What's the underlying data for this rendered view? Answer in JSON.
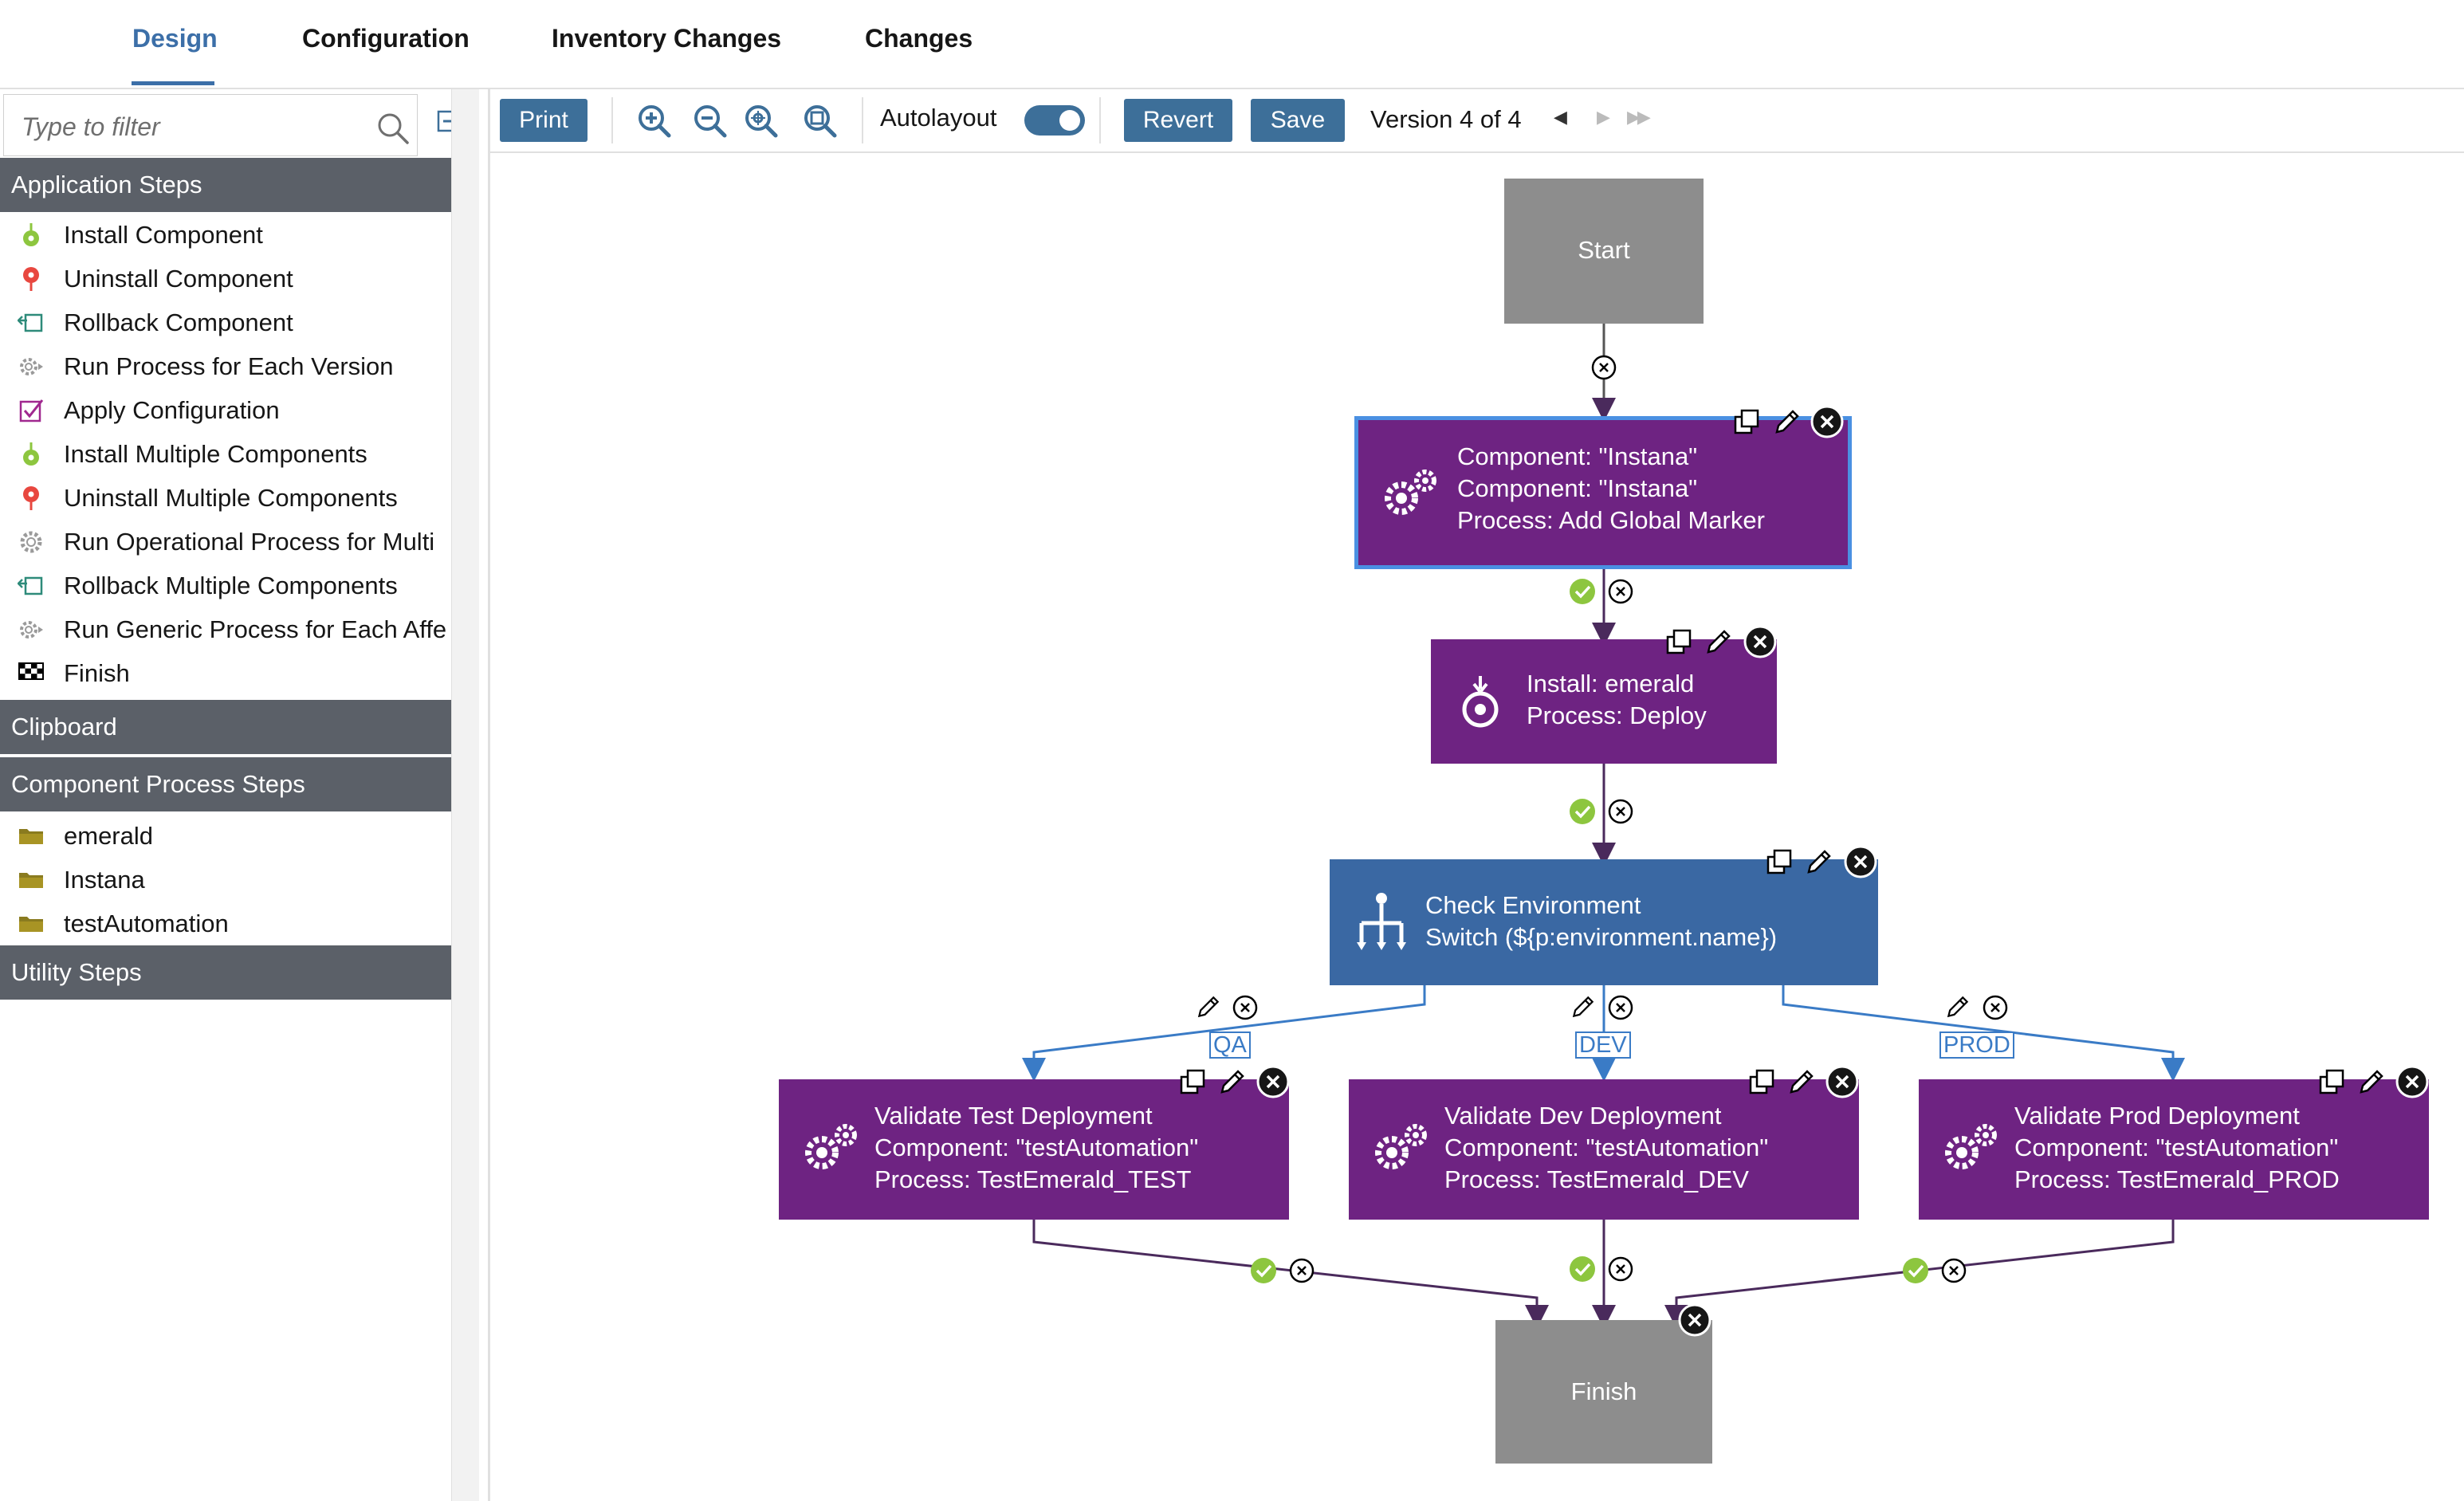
{
  "tabs": [
    {
      "label": "Design",
      "active": true
    },
    {
      "label": "Configuration",
      "active": false
    },
    {
      "label": "Inventory Changes",
      "active": false
    },
    {
      "label": "Changes",
      "active": false
    }
  ],
  "sidebar": {
    "filter_placeholder": "Type to filter",
    "sections": {
      "application_steps": {
        "title": "Application Steps",
        "items": [
          {
            "label": "Install Component",
            "icon": "install-icon"
          },
          {
            "label": "Uninstall Component",
            "icon": "uninstall-icon"
          },
          {
            "label": "Rollback Component",
            "icon": "rollback-icon"
          },
          {
            "label": "Run Process for Each Version",
            "icon": "gear-icon"
          },
          {
            "label": "Apply Configuration",
            "icon": "checkbox-icon"
          },
          {
            "label": "Install Multiple Components",
            "icon": "install-icon"
          },
          {
            "label": "Uninstall Multiple Components",
            "icon": "uninstall-icon"
          },
          {
            "label": "Run Operational Process for Multi",
            "icon": "gear-icon"
          },
          {
            "label": "Rollback Multiple Components",
            "icon": "rollback-icon"
          },
          {
            "label": "Run Generic Process for Each Affe",
            "icon": "gear-icon"
          },
          {
            "label": "Finish",
            "icon": "checkered-flag-icon"
          }
        ]
      },
      "clipboard": {
        "title": "Clipboard"
      },
      "component_process_steps": {
        "title": "Component Process Steps",
        "items": [
          {
            "label": "emerald",
            "icon": "folder-icon"
          },
          {
            "label": "Instana",
            "icon": "folder-icon"
          },
          {
            "label": "testAutomation",
            "icon": "folder-icon"
          }
        ]
      },
      "utility_steps": {
        "title": "Utility Steps"
      }
    }
  },
  "toolbar": {
    "print_label": "Print",
    "autolayout_label": "Autolayout",
    "autolayout_on": true,
    "revert_label": "Revert",
    "save_label": "Save",
    "version_label": "Version 4 of 4",
    "nav": {
      "prev": "◀",
      "next": "▶",
      "last": "▶▶"
    }
  },
  "colors": {
    "accent": "#3d6f99",
    "process_step": "#6e2382",
    "switch_step": "#3a68a3",
    "terminal_step": "#8d8d8d",
    "success": "#8dc63f",
    "selection": "#4a90e2"
  },
  "process": {
    "start": {
      "label": "Start"
    },
    "finish": {
      "label": "Finish"
    },
    "steps": {
      "instana": {
        "line1": "Component: \"Instana\"",
        "line2": "Component: \"Instana\"",
        "line3": "Process: Add Global Marker",
        "icon": "gears-icon",
        "selected": true
      },
      "install": {
        "line1": "Install: emerald",
        "line2": "Process: Deploy",
        "icon": "install-icon"
      },
      "check_env": {
        "line1": "Check Environment",
        "line2": "Switch (${p:environment.name})",
        "icon": "switch-icon"
      },
      "validate_test": {
        "line1": "Validate Test Deployment",
        "line2": "Component: \"testAutomation\"",
        "line3": "Process: TestEmerald_TEST",
        "icon": "gears-icon"
      },
      "validate_dev": {
        "line1": "Validate Dev Deployment",
        "line2": "Component: \"testAutomation\"",
        "line3": "Process: TestEmerald_DEV",
        "icon": "gears-icon"
      },
      "validate_prod": {
        "line1": "Validate Prod Deployment",
        "line2": "Component: \"testAutomation\"",
        "line3": "Process: TestEmerald_PROD",
        "icon": "gears-icon"
      }
    },
    "edge_labels": {
      "qa": "QA",
      "dev": "DEV",
      "prod": "PROD"
    }
  }
}
